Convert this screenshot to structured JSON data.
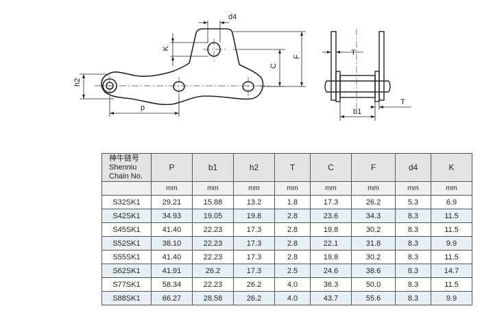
{
  "drawing": {
    "labels": {
      "d4": "d4",
      "k": "K",
      "c": "C",
      "f": "F",
      "h2": "h2",
      "p": "p",
      "t_top": "T",
      "t_bottom": "T",
      "b1": "b1"
    }
  },
  "table": {
    "name_header": [
      "神牛链号",
      "Shenniu",
      "Chain No."
    ],
    "columns": [
      "P",
      "b1",
      "h2",
      "T",
      "C",
      "F",
      "d4",
      "K"
    ],
    "units": [
      "mm",
      "mm",
      "mm",
      "mm",
      "mm",
      "mm",
      "mm",
      "mm"
    ],
    "rows": [
      [
        "S32SK1",
        "29.21",
        "15.88",
        "13.2",
        "1.8",
        "17.3",
        "26.2",
        "5.3",
        "6.9"
      ],
      [
        "S42SK1",
        "34.93",
        "19.05",
        "19.8",
        "2.8",
        "23.6",
        "34.3",
        "8.3",
        "11.5"
      ],
      [
        "S45SK1",
        "41.40",
        "22.23",
        "17.3",
        "2.8",
        "19.8",
        "30.2",
        "8.3",
        "11.5"
      ],
      [
        "S52SK1",
        "38.10",
        "22.23",
        "17.3",
        "2.8",
        "22.1",
        "31.8",
        "8.3",
        "9.9"
      ],
      [
        "S55SK1",
        "41.40",
        "22.23",
        "17.3",
        "2.8",
        "19.8",
        "30.2",
        "8.3",
        "11.5"
      ],
      [
        "S62SK1",
        "41.91",
        "26.2",
        "17.3",
        "2.5",
        "24.6",
        "38.6",
        "8.3",
        "14.7"
      ],
      [
        "S77SK1",
        "58.34",
        "22.23",
        "26.2",
        "4.0",
        "36.3",
        "50.0",
        "8.3",
        "11.5"
      ],
      [
        "S88SK1",
        "66.27",
        "28.58",
        "26.2",
        "4.0",
        "43.7",
        "55.6",
        "8.3",
        "9.9"
      ]
    ]
  }
}
